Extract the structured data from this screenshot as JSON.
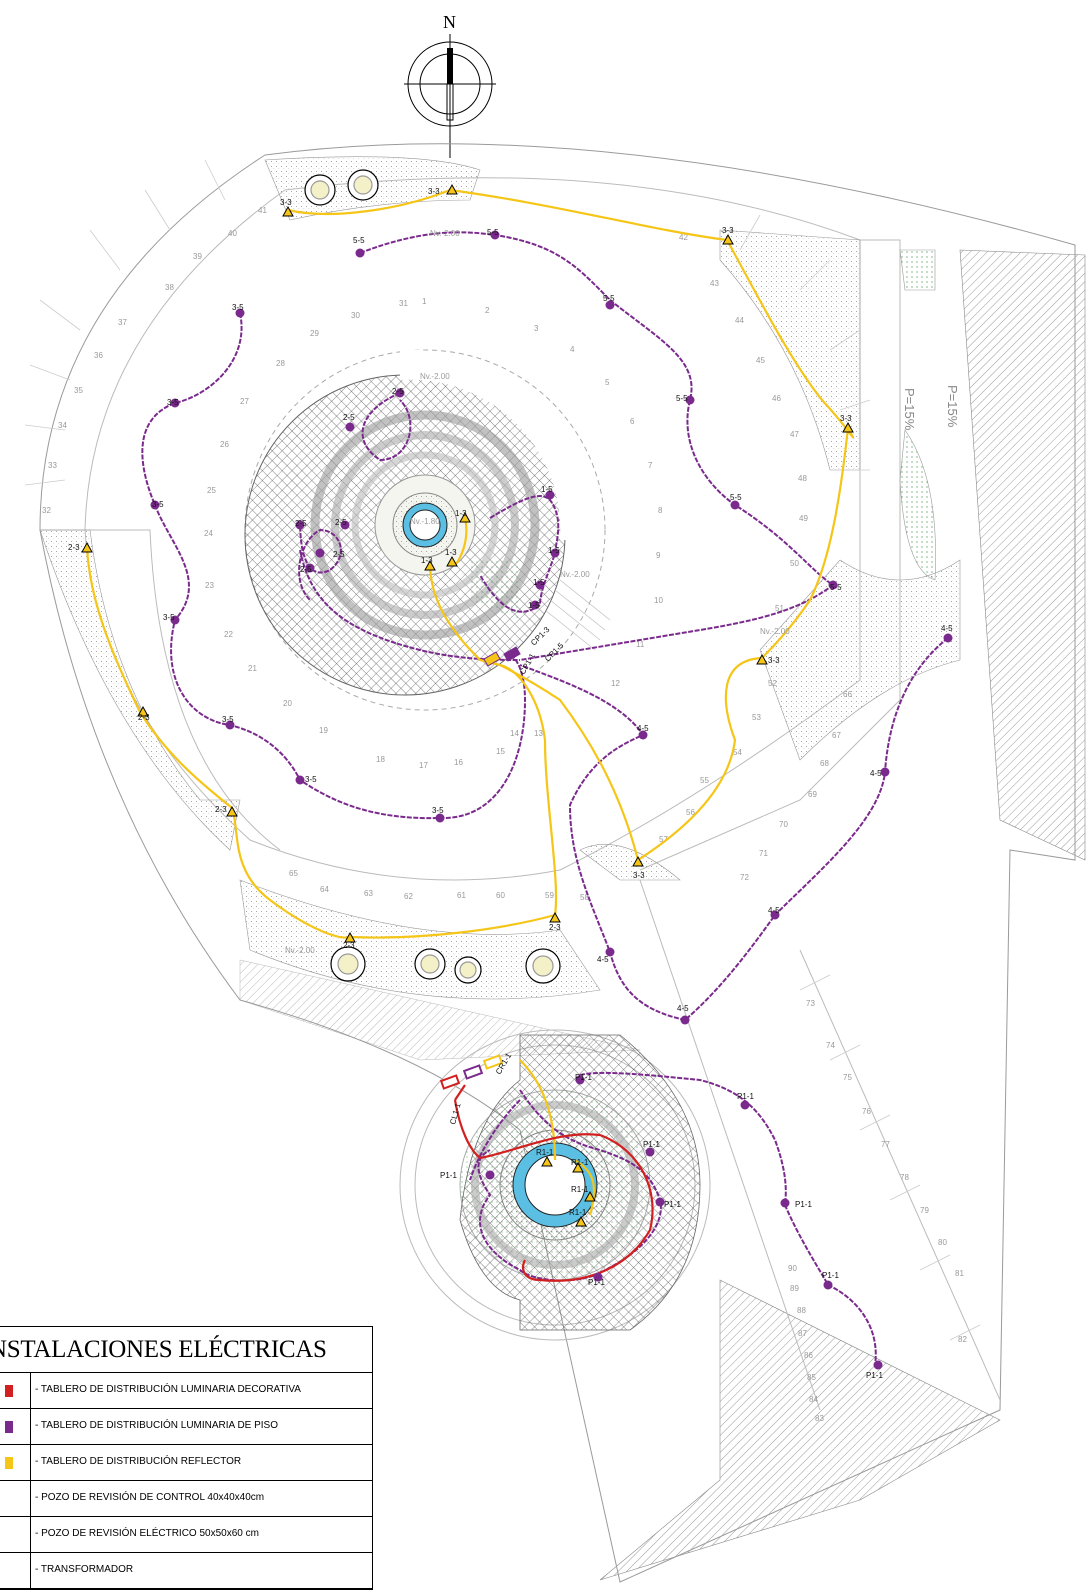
{
  "north": {
    "letter": "N"
  },
  "slopes": [
    "P=15%",
    "P=15%"
  ],
  "levels": [
    "Nv.-2.00",
    "Nv.-2.00",
    "Nv.-1.80",
    "Nv.-2.00",
    "Nv.-2.00",
    "Nv.-2.00"
  ],
  "circuits": {
    "reflector": [
      "3-3",
      "3-3",
      "3-3",
      "3-3",
      "3-3",
      "3-3",
      "2-3",
      "2-3",
      "2-3",
      "2-3",
      "2-3",
      "1-3",
      "1-3",
      "1-3",
      "R1-1",
      "R1-1",
      "R1-1",
      "R1-1"
    ],
    "floor": [
      "5-5",
      "5-5",
      "5-5",
      "5-5",
      "5-5",
      "5-5",
      "3-5",
      "3-5",
      "3-5",
      "3-5",
      "3-5",
      "3-5",
      "3-5",
      "4-5",
      "4-5",
      "4-5",
      "4-5",
      "4-5",
      "4-5",
      "2-5",
      "2-5",
      "2-5",
      "2-5",
      "2-5",
      "2-5",
      "1-5",
      "1-5",
      "1-5",
      "1-5",
      "P1-1",
      "P1-1",
      "P1-1",
      "P1-1",
      "P1-1",
      "P1-1",
      "P1-1",
      "P1-1",
      "P1-1"
    ],
    "panels": [
      "CP1-3",
      "CP1-5",
      "CP1-1",
      "CL1-1",
      "CR1-1"
    ]
  },
  "parking_numbers": [
    "1",
    "2",
    "3",
    "4",
    "5",
    "6",
    "7",
    "8",
    "9",
    "10",
    "11",
    "12",
    "13",
    "14",
    "15",
    "16",
    "17",
    "18",
    "19",
    "20",
    "21",
    "22",
    "23",
    "24",
    "25",
    "26",
    "27",
    "28",
    "29",
    "30",
    "31",
    "32",
    "33",
    "34",
    "35",
    "36",
    "37",
    "38",
    "39",
    "40",
    "41",
    "42",
    "43",
    "44",
    "45",
    "46",
    "47",
    "48",
    "49",
    "50",
    "51",
    "52",
    "53",
    "54",
    "55",
    "56",
    "57",
    "58",
    "59",
    "60",
    "61",
    "62",
    "63",
    "64",
    "65",
    "66",
    "67",
    "68",
    "69",
    "70",
    "71",
    "72",
    "73",
    "74",
    "75",
    "76",
    "77",
    "78",
    "79",
    "80",
    "81",
    "82",
    "83",
    "84",
    "85",
    "86",
    "87",
    "88",
    "89",
    "90"
  ],
  "colors": {
    "decorative": "#d21f1f",
    "floor": "#7a2a8c",
    "reflector": "#f5c518",
    "water": "#5bbfe3"
  },
  "legend": {
    "title": "INSTALACIONES ELÉCTRICAS",
    "items": [
      {
        "text": "- TABLERO DE DISTRIBUCIÓN LUMINARIA DECORATIVA",
        "color": "#d21f1f"
      },
      {
        "text": "- TABLERO DE DISTRIBUCIÓN  LUMINARIA DE PISO",
        "color": "#7a2a8c"
      },
      {
        "text": "- TABLERO DE DISTRIBUCIÓN REFLECTOR",
        "color": "#f5c518"
      },
      {
        "text": "- POZO DE REVISIÓN DE CONTROL 40x40x40cm",
        "color": ""
      },
      {
        "text": "- POZO DE REVISIÓN ELÉCTRICO 50x50x60 cm",
        "color": ""
      },
      {
        "text": "- TRANSFORMADOR",
        "color": ""
      }
    ]
  }
}
